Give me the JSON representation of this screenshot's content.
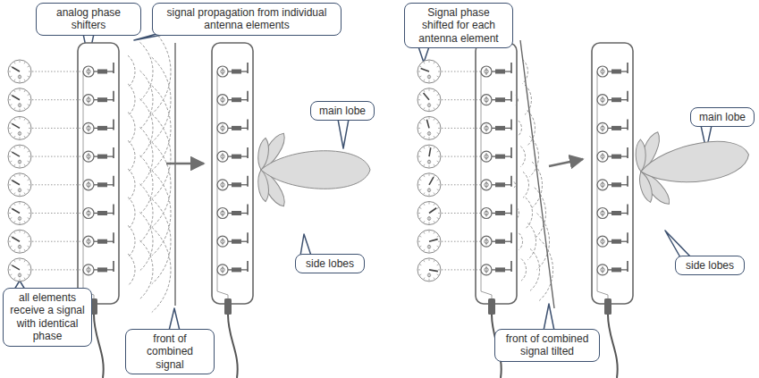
{
  "diagram": {
    "nodes": [
      {
        "text": [
          "analog phase shifters"
        ]
      },
      {
        "text": [
          "signal propagation from individual antenna elements"
        ]
      },
      {
        "text": [
          "main lobe"
        ]
      },
      {
        "text": [
          "side lobes"
        ]
      },
      {
        "text": [
          "all elements receive a signal with identical phase"
        ]
      },
      {
        "text": [
          "front of combined signal"
        ]
      },
      {
        "text": [
          "Signal phase shifted for each antenna element"
        ]
      },
      {
        "text": [
          "main lobe"
        ]
      },
      {
        "text": [
          "side lobes"
        ]
      },
      {
        "text": [
          "front of combined signal tilted"
        ]
      }
    ]
  }
}
